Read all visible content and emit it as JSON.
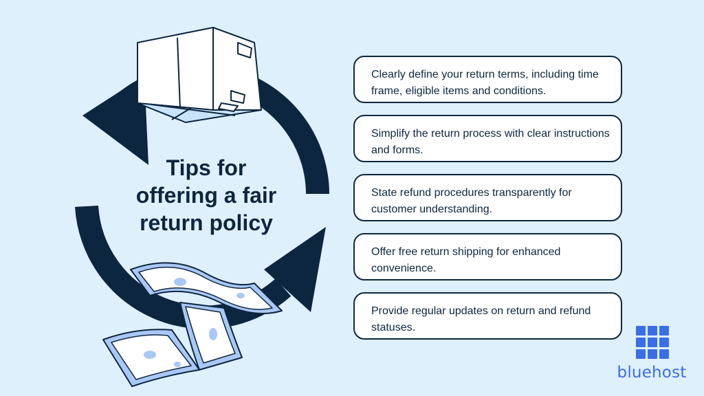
{
  "title_lines": [
    "Tips for",
    "offering a fair",
    "return policy"
  ],
  "tips": [
    {
      "text": "Clearly define your return terms, including time frame, eligible items and conditions."
    },
    {
      "text": "Simplify the return process with clear instructions and forms."
    },
    {
      "text": "State refund procedures transparently for customer understanding."
    },
    {
      "text": "Offer free return shipping for enhanced convenience."
    },
    {
      "text": "Provide regular updates on return and refund statuses."
    }
  ],
  "brand": {
    "name": "bluehost",
    "color": "#3a6ee6"
  },
  "colors": {
    "background": "#dff0fd",
    "ink": "#0d2640",
    "accent_light": "#c9e3fb",
    "money": "#a9c8f5"
  },
  "icons": [
    "cycle-arrows-icon",
    "cardboard-box-icon",
    "cash-bills-icon",
    "bluehost-grid-logo-icon"
  ]
}
